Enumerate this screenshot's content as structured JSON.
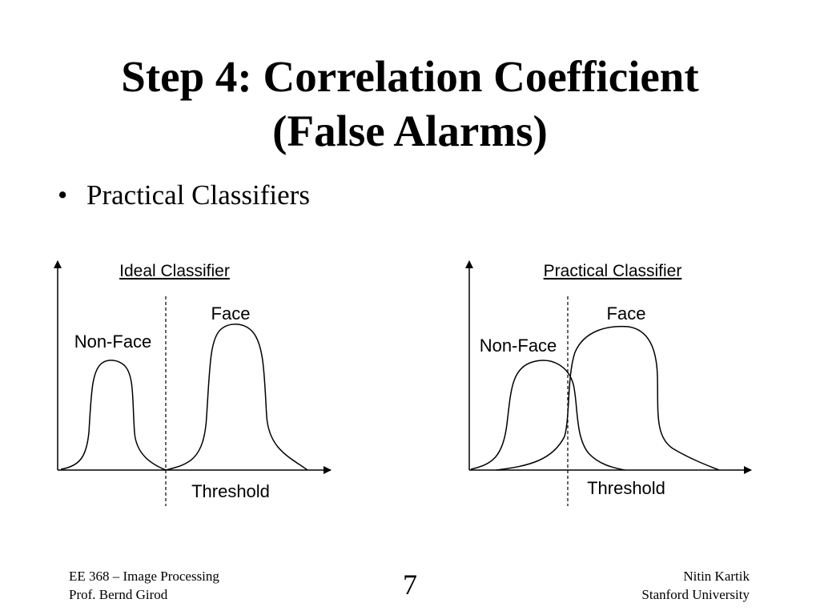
{
  "slide": {
    "title_line1": "Step 4: Correlation Coefficient",
    "title_line2": "(False Alarms)",
    "bullet": "Practical Classifiers"
  },
  "diagrams": {
    "ideal": {
      "title": "Ideal Classifier",
      "non_face_label": "Non-Face",
      "face_label": "Face",
      "threshold_label": "Threshold"
    },
    "practical": {
      "title": "Practical Classifier",
      "non_face_label": "Non-Face",
      "face_label": "Face",
      "threshold_label": "Threshold"
    }
  },
  "footer": {
    "left_line1": "EE 368 – Image Processing",
    "left_line2": "Prof. Bernd Girod",
    "page_number": "7",
    "right_line1": "Nitin Kartik",
    "right_line2": "Stanford University"
  }
}
